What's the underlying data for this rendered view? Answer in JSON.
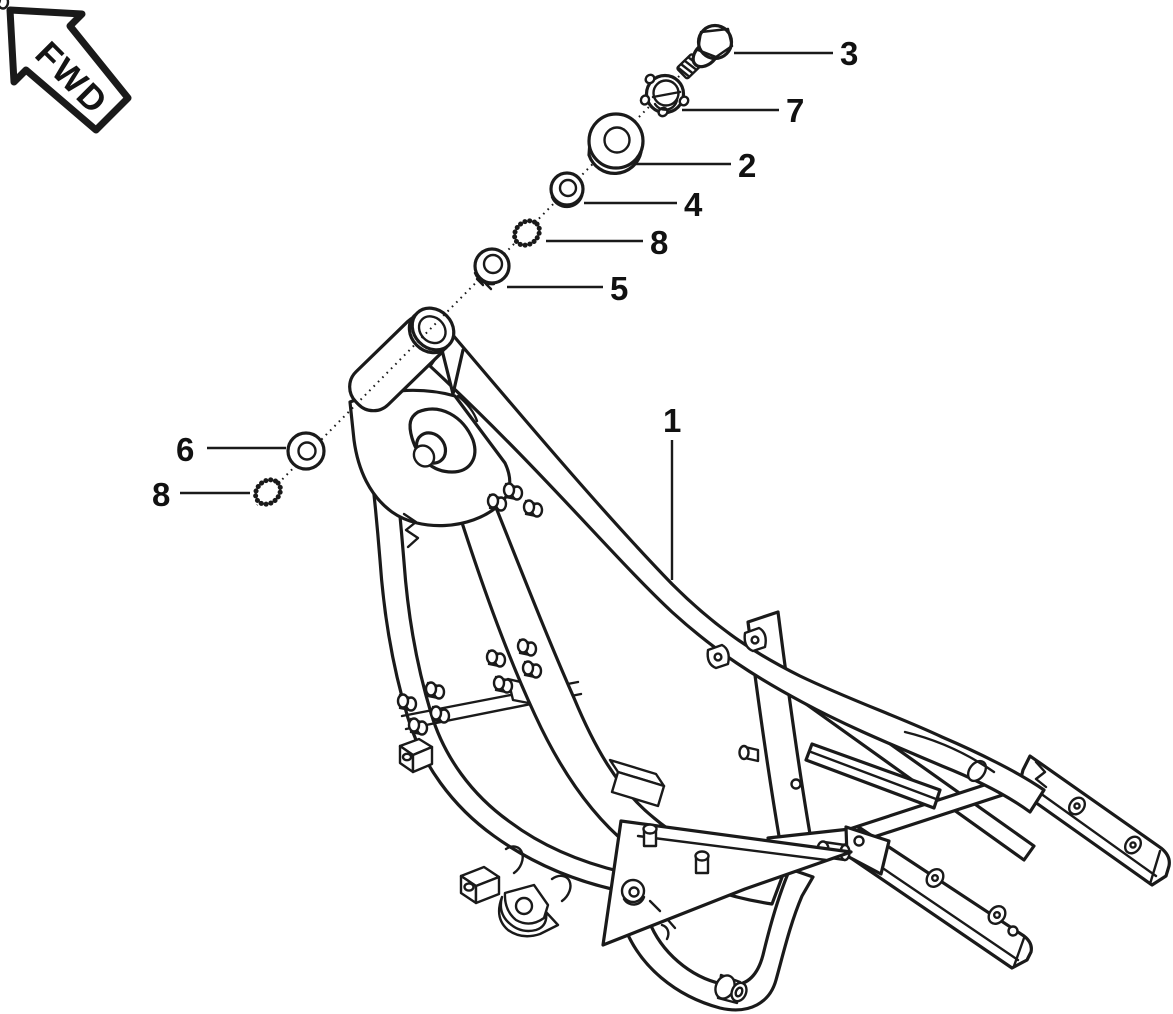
{
  "diagram": {
    "type": "exploded-parts-diagram",
    "subject": "motorcycle-frame-steering-stem-assembly",
    "background_color": "#ffffff",
    "line_color": "#1a1a1a",
    "direction_arrow": {
      "label": "FWD"
    },
    "callouts": [
      {
        "id": "callout-3",
        "label": "3",
        "points_to": "hex-flange-bolt"
      },
      {
        "id": "callout-7",
        "label": "7",
        "points_to": "castellated-adjuster-nut"
      },
      {
        "id": "callout-2",
        "label": "2",
        "points_to": "dust-seal-cover"
      },
      {
        "id": "callout-4",
        "label": "4",
        "points_to": "upper-bearing-race"
      },
      {
        "id": "callout-8-upper",
        "label": "8",
        "points_to": "ball-bearing-retainer-upper"
      },
      {
        "id": "callout-5",
        "label": "5",
        "points_to": "outer-bearing-race"
      },
      {
        "id": "callout-1",
        "label": "1",
        "points_to": "frame"
      },
      {
        "id": "callout-6",
        "label": "6",
        "points_to": "lower-bearing-race"
      },
      {
        "id": "callout-8-lower",
        "label": "8",
        "points_to": "ball-bearing-retainer-lower"
      }
    ]
  }
}
